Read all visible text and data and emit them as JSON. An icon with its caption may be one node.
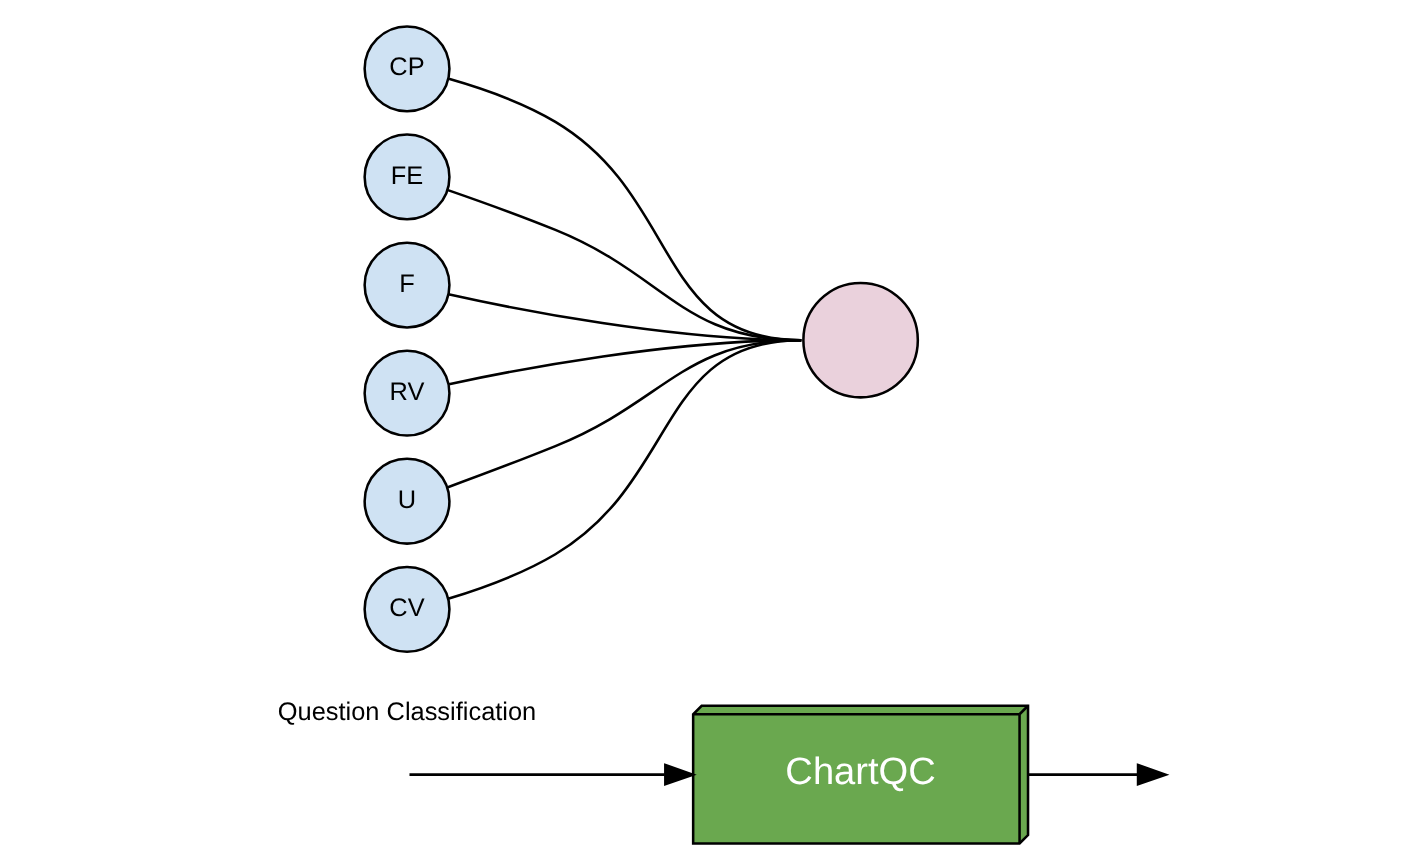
{
  "diagram": {
    "nodes": [
      {
        "text": [
          "ChartQC"
        ]
      },
      {
        "text": [
          "CP"
        ]
      },
      {
        "text": [
          "FE"
        ]
      },
      {
        "text": [
          "F"
        ]
      },
      {
        "text": [
          "RV"
        ]
      },
      {
        "text": [
          "U"
        ]
      },
      {
        "text": [
          "CV"
        ]
      },
      {
        "text": [],
        "shape": "circle"
      }
    ],
    "edges": [
      {
        "from": null,
        "to": 0,
        "arrow": "to"
      },
      {
        "from": 0,
        "to": null,
        "arrow": "to"
      },
      {
        "from": 1,
        "to": 7,
        "arrow": "none"
      },
      {
        "from": 2,
        "to": 7,
        "arrow": "none"
      },
      {
        "from": 3,
        "to": 7,
        "arrow": "none"
      },
      {
        "from": 4,
        "to": 7,
        "arrow": "none"
      },
      {
        "from": 5,
        "to": 7,
        "arrow": "none"
      },
      {
        "from": 6,
        "to": 7,
        "arrow": "none"
      }
    ],
    "labels": [
      "Question Classification"
    ]
  }
}
